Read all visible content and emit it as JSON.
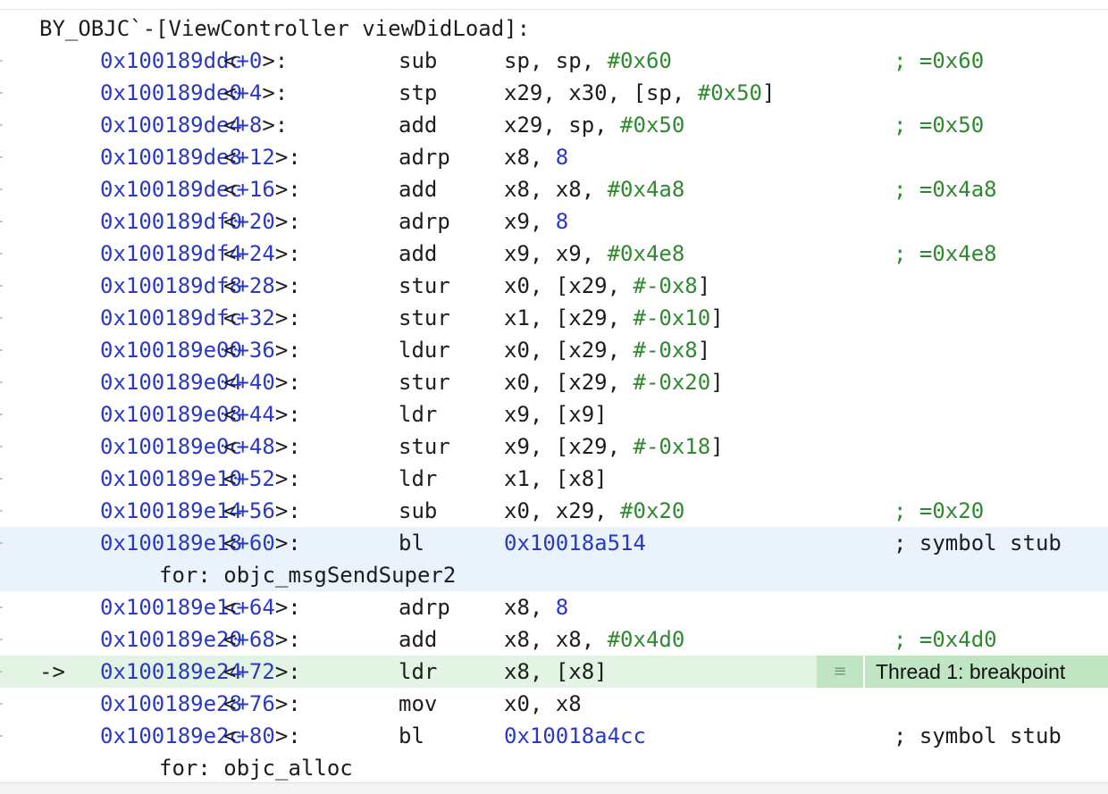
{
  "window": {
    "function_header": "BY_OBJC`-[ViewController viewDidLoad]:"
  },
  "instructions": [
    {
      "addr": "0x100189ddc",
      "offset": "+0",
      "mnemonic": "sub",
      "ops": [
        [
          "t",
          "sp, sp, "
        ],
        [
          "n",
          "#0x60"
        ]
      ],
      "comment": "; =0x60",
      "comment_kind": "num"
    },
    {
      "addr": "0x100189de0",
      "offset": "+4",
      "mnemonic": "stp",
      "ops": [
        [
          "t",
          "x29, x30, [sp, "
        ],
        [
          "n",
          "#0x50"
        ],
        [
          "t",
          "]"
        ]
      ],
      "comment": ""
    },
    {
      "addr": "0x100189de4",
      "offset": "+8",
      "mnemonic": "add",
      "ops": [
        [
          "t",
          "x29, sp, "
        ],
        [
          "n",
          "#0x50"
        ]
      ],
      "comment": "; =0x50",
      "comment_kind": "num"
    },
    {
      "addr": "0x100189de8",
      "offset": "+12",
      "mnemonic": "adrp",
      "ops": [
        [
          "t",
          "x8, "
        ],
        [
          "a",
          "8"
        ]
      ],
      "comment": ""
    },
    {
      "addr": "0x100189dec",
      "offset": "+16",
      "mnemonic": "add",
      "ops": [
        [
          "t",
          "x8, x8, "
        ],
        [
          "n",
          "#0x4a8"
        ]
      ],
      "comment": "; =0x4a8",
      "comment_kind": "num"
    },
    {
      "addr": "0x100189df0",
      "offset": "+20",
      "mnemonic": "adrp",
      "ops": [
        [
          "t",
          "x9, "
        ],
        [
          "a",
          "8"
        ]
      ],
      "comment": ""
    },
    {
      "addr": "0x100189df4",
      "offset": "+24",
      "mnemonic": "add",
      "ops": [
        [
          "t",
          "x9, x9, "
        ],
        [
          "n",
          "#0x4e8"
        ]
      ],
      "comment": "; =0x4e8",
      "comment_kind": "num"
    },
    {
      "addr": "0x100189df8",
      "offset": "+28",
      "mnemonic": "stur",
      "ops": [
        [
          "t",
          "x0, [x29, "
        ],
        [
          "n",
          "#-0x8"
        ],
        [
          "t",
          "]"
        ]
      ],
      "comment": ""
    },
    {
      "addr": "0x100189dfc",
      "offset": "+32",
      "mnemonic": "stur",
      "ops": [
        [
          "t",
          "x1, [x29, "
        ],
        [
          "n",
          "#-0x10"
        ],
        [
          "t",
          "]"
        ]
      ],
      "comment": ""
    },
    {
      "addr": "0x100189e00",
      "offset": "+36",
      "mnemonic": "ldur",
      "ops": [
        [
          "t",
          "x0, [x29, "
        ],
        [
          "n",
          "#-0x8"
        ],
        [
          "t",
          "]"
        ]
      ],
      "comment": ""
    },
    {
      "addr": "0x100189e04",
      "offset": "+40",
      "mnemonic": "stur",
      "ops": [
        [
          "t",
          "x0, [x29, "
        ],
        [
          "n",
          "#-0x20"
        ],
        [
          "t",
          "]"
        ]
      ],
      "comment": ""
    },
    {
      "addr": "0x100189e08",
      "offset": "+44",
      "mnemonic": "ldr",
      "ops": [
        [
          "t",
          "x9, [x9]"
        ]
      ],
      "comment": ""
    },
    {
      "addr": "0x100189e0c",
      "offset": "+48",
      "mnemonic": "stur",
      "ops": [
        [
          "t",
          "x9, [x29, "
        ],
        [
          "n",
          "#-0x18"
        ],
        [
          "t",
          "]"
        ]
      ],
      "comment": ""
    },
    {
      "addr": "0x100189e10",
      "offset": "+52",
      "mnemonic": "ldr",
      "ops": [
        [
          "t",
          "x1, [x8]"
        ]
      ],
      "comment": ""
    },
    {
      "addr": "0x100189e14",
      "offset": "+56",
      "mnemonic": "sub",
      "ops": [
        [
          "t",
          "x0, x29, "
        ],
        [
          "n",
          "#0x20"
        ]
      ],
      "comment": "; =0x20",
      "comment_kind": "num"
    },
    {
      "addr": "0x100189e18",
      "offset": "+60",
      "mnemonic": "bl",
      "ops": [
        [
          "a",
          "0x10018a514"
        ]
      ],
      "comment": "; symbol stub",
      "comment_kind": "plain",
      "continuation": "for: objc_msgSendSuper2",
      "selected": true
    },
    {
      "addr": "0x100189e1c",
      "offset": "+64",
      "mnemonic": "adrp",
      "ops": [
        [
          "t",
          "x8, "
        ],
        [
          "a",
          "8"
        ]
      ],
      "comment": ""
    },
    {
      "addr": "0x100189e20",
      "offset": "+68",
      "mnemonic": "add",
      "ops": [
        [
          "t",
          "x8, x8, "
        ],
        [
          "n",
          "#0x4d0"
        ]
      ],
      "comment": "; =0x4d0",
      "comment_kind": "num"
    },
    {
      "addr": "0x100189e24",
      "offset": "+72",
      "mnemonic": "ldr",
      "ops": [
        [
          "t",
          "x8, [x8]"
        ]
      ],
      "comment": "",
      "current": true,
      "arrow": "->"
    },
    {
      "addr": "0x100189e28",
      "offset": "+76",
      "mnemonic": "mov",
      "ops": [
        [
          "t",
          "x0, x8"
        ]
      ],
      "comment": ""
    },
    {
      "addr": "0x100189e2c",
      "offset": "+80",
      "mnemonic": "bl",
      "ops": [
        [
          "a",
          "0x10018a4cc"
        ]
      ],
      "comment": "; symbol stub",
      "comment_kind": "plain",
      "continuation": "for: objc_alloc"
    }
  ],
  "breakpoint": {
    "icon": "breakpoint-handle-icon",
    "glyph": "≡",
    "label": "Thread 1: breakpoint"
  },
  "colors": {
    "address": "#2a38c8",
    "immediate": "#2f8a2f",
    "selected_row": "#eaf2fb",
    "pc_row": "#e3f3e4",
    "badge": "#bfe5c3"
  }
}
